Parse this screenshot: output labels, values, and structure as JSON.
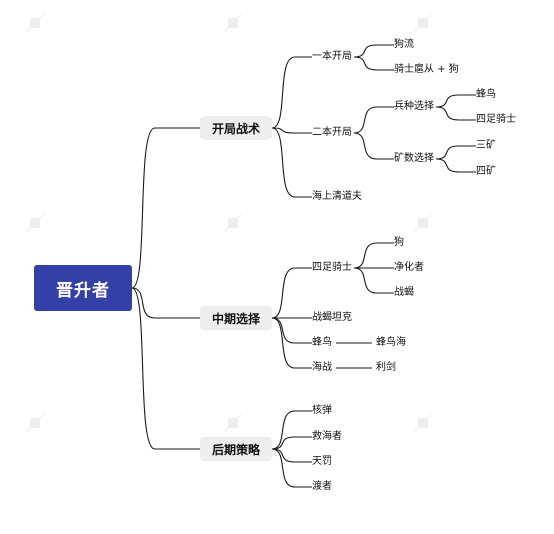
{
  "root": {
    "label": "晋升者"
  },
  "branches": [
    {
      "label": "开局战术",
      "children": [
        {
          "label": "一本开局",
          "children": [
            {
              "label": "狗流"
            },
            {
              "label": "骑士扈从 + 狗"
            }
          ]
        },
        {
          "label": "二本开局",
          "children": [
            {
              "label": "兵种选择",
              "children": [
                {
                  "label": "蜂鸟"
                },
                {
                  "label": "四足骑士"
                }
              ]
            },
            {
              "label": "矿数选择",
              "children": [
                {
                  "label": "三矿"
                },
                {
                  "label": "四矿"
                }
              ]
            }
          ]
        },
        {
          "label": "海上清道夫"
        }
      ]
    },
    {
      "label": "中期选择",
      "children": [
        {
          "label": "四足骑士",
          "children": [
            {
              "label": "狗"
            },
            {
              "label": "净化者"
            },
            {
              "label": "战蝎"
            }
          ]
        },
        {
          "label": "战蝎坦克"
        },
        {
          "label": "蜂鸟",
          "children": [
            {
              "label": "蜂鸟海"
            }
          ]
        },
        {
          "label": "海战",
          "children": [
            {
              "label": "利剑"
            }
          ]
        }
      ]
    },
    {
      "label": "后期策略",
      "children": [
        {
          "label": "核弹"
        },
        {
          "label": "救海者"
        },
        {
          "label": "天罚"
        },
        {
          "label": "渡者"
        }
      ]
    }
  ]
}
